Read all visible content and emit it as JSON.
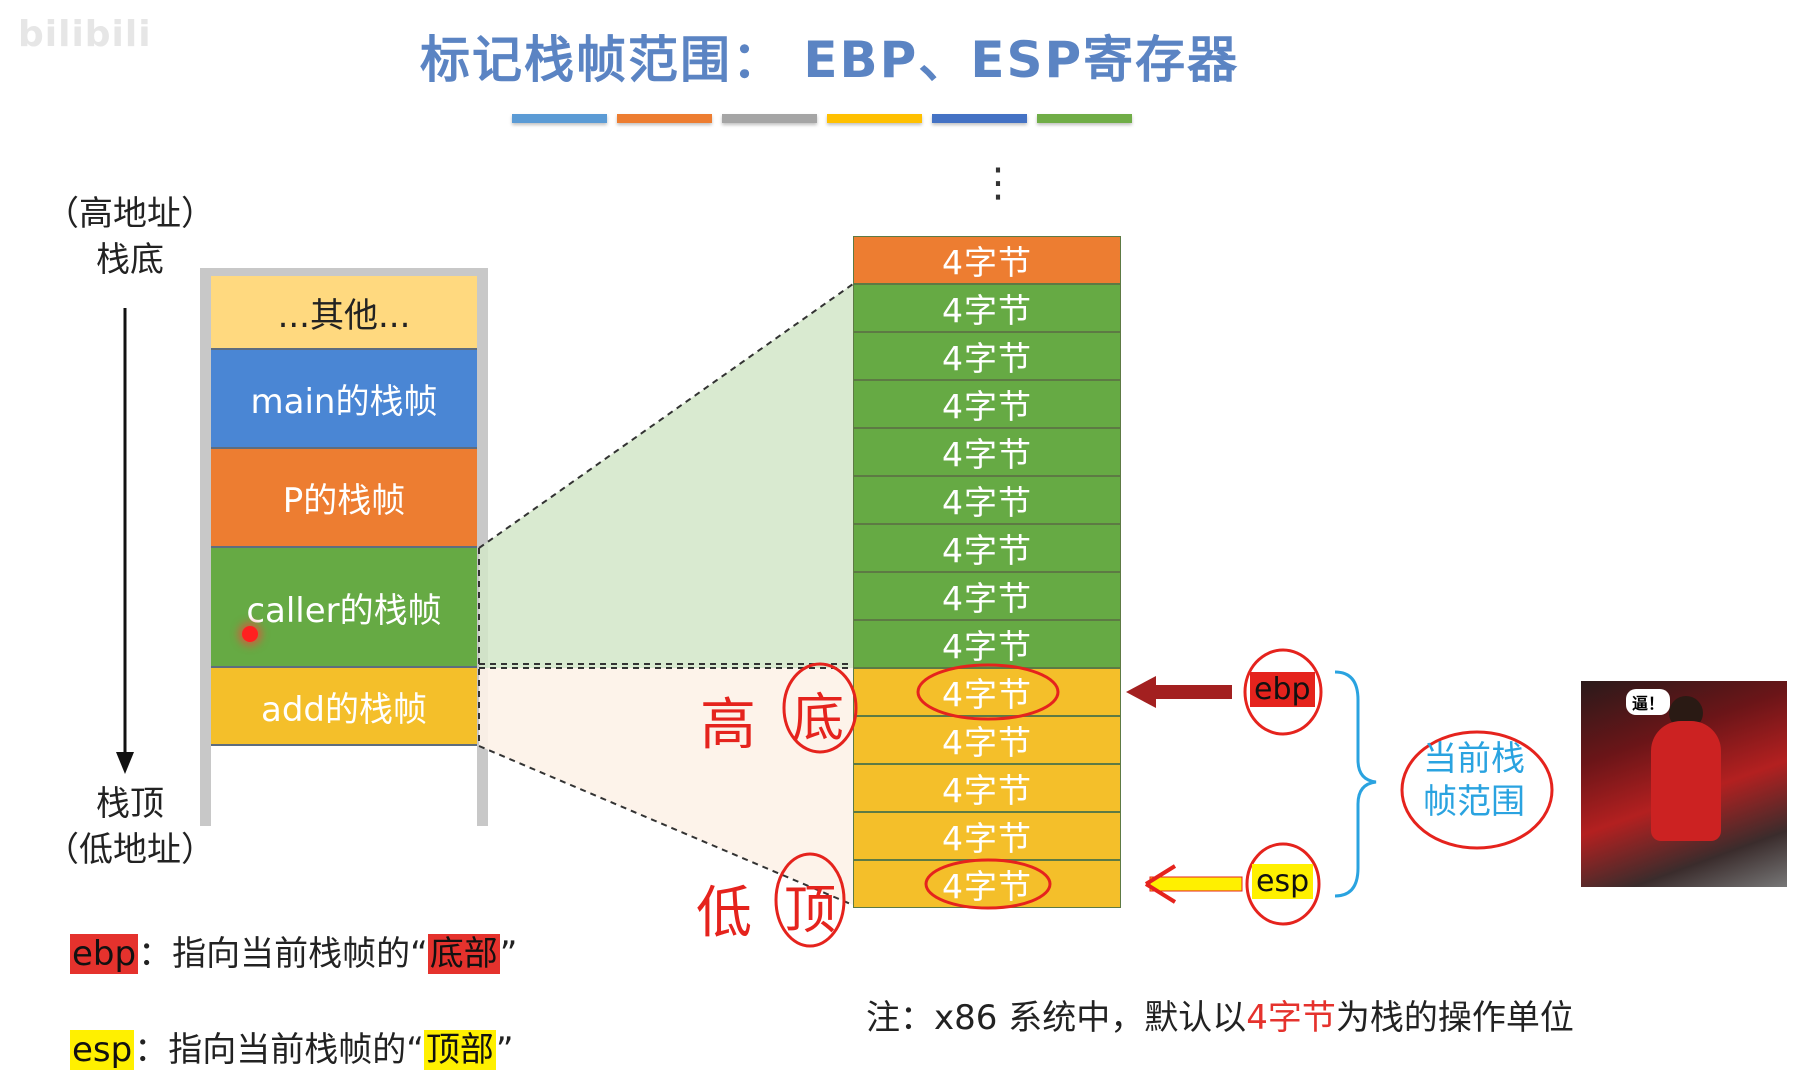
{
  "watermark": "bilibili",
  "title": "标记栈帧范围： EBP、ESP寄存器",
  "title_bar_colors": [
    "#5b9bd5",
    "#ed7d31",
    "#a5a5a5",
    "#ffc000",
    "#4472c4",
    "#70ad47"
  ],
  "left_labels": {
    "high_addr": "（高地址）",
    "stack_bottom": "栈底",
    "stack_top": "栈顶",
    "low_addr": "（低地址）"
  },
  "frames": [
    {
      "label": "...其他...",
      "color": "#ffd97f",
      "text_color": "#222222"
    },
    {
      "label": "main的栈帧",
      "color": "#4a86d4",
      "text_color": "#ffffff"
    },
    {
      "label": "P的栈帧",
      "color": "#ed7d31",
      "text_color": "#ffffff"
    },
    {
      "label": "caller的栈帧",
      "color": "#66aa44",
      "text_color": "#ffffff"
    },
    {
      "label": "add的栈帧",
      "color": "#f4bf2a",
      "text_color": "#ffffff"
    }
  ],
  "detail_cells": {
    "top_dots": "⋮",
    "label": "4字节",
    "count_orange": 1,
    "count_green": 8,
    "count_yellow": 5,
    "colors": {
      "orange": "#ed7d31",
      "green": "#66aa44",
      "yellow": "#f4bf2a"
    }
  },
  "annotations": {
    "high": "高",
    "bottom": "底",
    "low": "低",
    "top": "顶",
    "ebp": "ebp",
    "esp": "esp",
    "current_frame_range": "当前栈帧范围"
  },
  "notes": {
    "ebp_tag": "ebp",
    "ebp_text": "：指向当前栈帧的“",
    "ebp_hl": "底部",
    "ebp_end": "”",
    "esp_tag": "esp",
    "esp_text": "：指向当前栈帧的“",
    "esp_hl": "顶部",
    "esp_end": "”",
    "footnote_pre": "注：x86 系统中，默认以",
    "footnote_red": "4字节",
    "footnote_post": "为栈的操作单位"
  },
  "photo_caption": "逼！"
}
